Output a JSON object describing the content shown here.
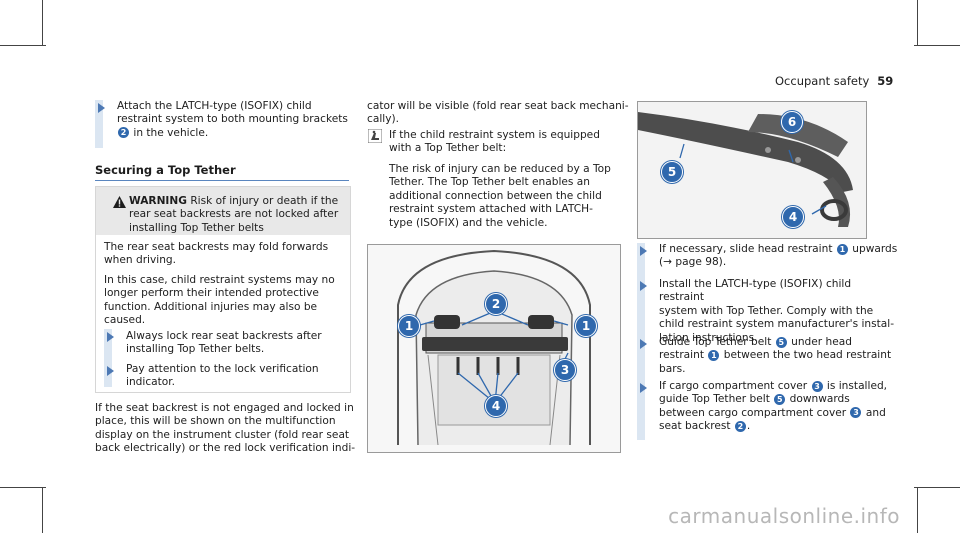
{
  "header": {
    "section": "Occupant safety",
    "page": "59"
  },
  "left_column": {
    "step1": {
      "text_a": "Attach the LATCH-type (ISOFIX) child",
      "text_b": "restraint system to both mounting brackets",
      "num": "2",
      "text_c": "in the vehicle."
    },
    "section_title": "Securing a Top Tether",
    "warning": {
      "label": "WARNING",
      "title_lines": [
        "Risk of injury or death if the",
        "rear seat backrests are not locked after",
        "installing Top Tether belts"
      ],
      "para1": [
        "The rear seat backrests may fold forwards",
        "when driving."
      ],
      "para2": [
        "In this case, child restraint systems may no",
        "longer perform their intended protective",
        "function. Additional injuries may also be",
        "caused."
      ],
      "bullet1": [
        "Always lock rear seat backrests after",
        "installing Top Tether belts."
      ],
      "bullet2": [
        "Pay attention to the lock verification",
        "indicator."
      ]
    },
    "bottom_para": [
      "If the seat backrest is not engaged and locked in",
      "place, this will be shown on the multifunction",
      "display on the instrument cluster (fold rear seat",
      "back electrically) or the red lock verification indi-"
    ]
  },
  "middle_column": {
    "top_para": [
      "cator will be visible (fold rear seat back mechani-",
      "cally)."
    ],
    "note_lines": [
      "If the child restraint system is equipped",
      "with a Top Tether belt:"
    ],
    "note_para": [
      "The risk of injury can be reduced by a Top",
      "Tether. The Top Tether belt enables an",
      "additional connection between the child",
      "restraint system attached with LATCH-",
      "type (ISOFIX) and the vehicle."
    ],
    "image_callouts": [
      "1",
      "2",
      "1",
      "3",
      "4"
    ]
  },
  "right_column": {
    "image_callouts": [
      "6",
      "5",
      "4"
    ],
    "steps": [
      {
        "a": "If necessary, slide head restraint",
        "n1": "1",
        "b": "upwards",
        "c": "(→ page 98)."
      },
      {
        "lines": [
          "Install the LATCH-type (ISOFIX) child restraint",
          "system with Top Tether. Comply with the",
          "child restraint system manufacturer's instal-",
          "lation instructions."
        ]
      },
      {
        "a": "Guide Top Tether belt",
        "n1": "5",
        "b": "under head",
        "c": "restraint",
        "n2": "1",
        "d": "between the two head restraint",
        "e": "bars."
      },
      {
        "a": "If cargo compartment cover",
        "n1": "3",
        "b": "is installed,",
        "c": "guide Top Tether belt",
        "n2": "5",
        "d": "downwards",
        "e": "between cargo compartment cover",
        "n3": "3",
        "f": "and",
        "g": "seat backrest",
        "n4": "2",
        "h": "."
      }
    ]
  },
  "watermark": "carmanualsonline.info",
  "colors": {
    "accent": "#2f68ad",
    "bar": "#dbe6f2"
  }
}
